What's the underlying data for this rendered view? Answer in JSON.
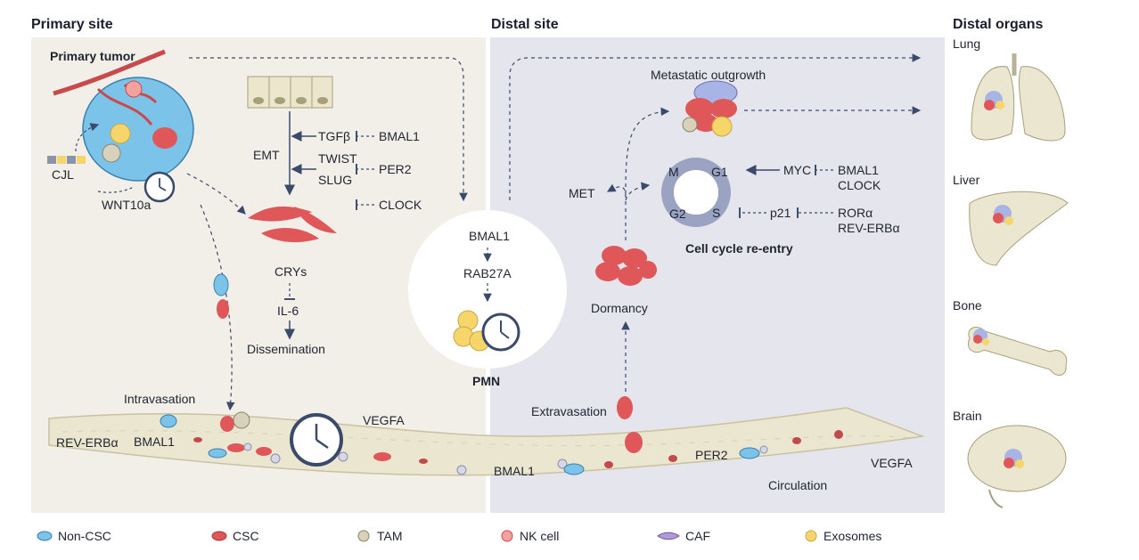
{
  "sections": {
    "primary": "Primary site",
    "distal": "Distal site",
    "organs": "Distal organs"
  },
  "primary": {
    "tumor": "Primary tumor",
    "cjl": "CJL",
    "wnt": "WNT10a",
    "emt": "EMT",
    "tgfb": "TGFβ",
    "twist": "TWIST",
    "slug": "SLUG",
    "bmal1": "BMAL1",
    "per2": "PER2",
    "clock": "CLOCK",
    "crys": "CRYs",
    "il6": "IL-6",
    "dissemination": "Dissemination",
    "intravasation": "Intravasation",
    "reverb": "REV-ERBα",
    "bmal1_vessel": "BMAL1",
    "vegfa": "VEGFA"
  },
  "pmn": {
    "bmal1": "BMAL1",
    "rab27a": "RAB27A",
    "label": "PMN"
  },
  "distal": {
    "outgrowth": "Metastatic outgrowth",
    "met": "MET",
    "m": "M",
    "g1": "G1",
    "g2": "G2",
    "s": "S",
    "myc": "MYC",
    "bmal1": "BMAL1",
    "clock": "CLOCK",
    "p21": "p21",
    "rora": "RORα",
    "reverb": "REV-ERBα",
    "reentry": "Cell cycle re-entry",
    "dormancy": "Dormancy",
    "extravasation": "Extravasation",
    "bmal1_vessel": "BMAL1",
    "per2": "PER2",
    "vegfa": "VEGFA",
    "circulation": "Circulation"
  },
  "organs": {
    "lung": "Lung",
    "liver": "Liver",
    "bone": "Bone",
    "brain": "Brain"
  },
  "legend": [
    {
      "label": "Non-CSC",
      "icon": "non-csc-icon"
    },
    {
      "label": "CSC",
      "icon": "csc-icon"
    },
    {
      "label": "TAM",
      "icon": "tam-icon"
    },
    {
      "label": "NK cell",
      "icon": "nk-cell-icon"
    },
    {
      "label": "CAF",
      "icon": "caf-icon"
    },
    {
      "label": "Exosomes",
      "icon": "exosome-icon"
    }
  ],
  "colors": {
    "primary_bg": "#f1efe8",
    "distal_bg": "#e5e6ed",
    "csc": "#e0575a",
    "non_csc": "#7cc3ea",
    "exosome": "#f6d56a",
    "vessel": "#ebe6cf",
    "arrow": "#3b4a6b"
  }
}
